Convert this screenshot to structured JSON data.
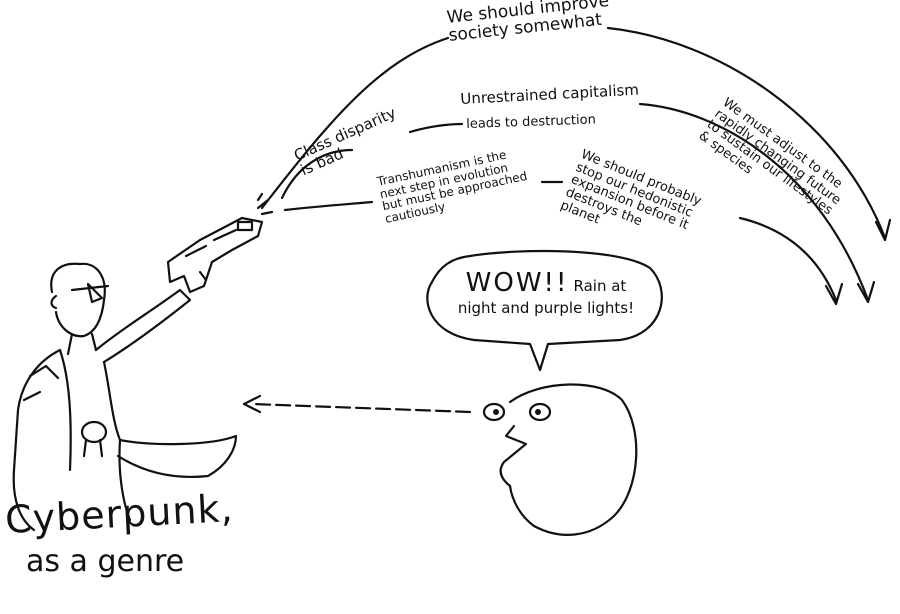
{
  "arcs": [
    {
      "id": "society",
      "text": "We should improve\nsociety somewhat"
    },
    {
      "id": "capitalism_a",
      "text": "Unrestrained capitalism"
    },
    {
      "id": "capitalism_b",
      "text": "leads to destruction"
    },
    {
      "id": "adjust",
      "text": "We must adjust to the\nrapidly changing future\nto sustain our lifestyles\n& species"
    },
    {
      "id": "class",
      "text": "Class disparity\nis bad"
    },
    {
      "id": "transhumanism",
      "text": "Transhumanism is the\nnext step in evolution\nbut must be approached\ncautiously"
    },
    {
      "id": "hedonistic",
      "text": "We should probably\nstop our hedonistic\nexpansion before it\ndestroys the\nplanet"
    }
  ],
  "speech_bubble": {
    "wow": "WOW!!",
    "rest": "Rain at\nnight and purple lights!"
  },
  "caption": {
    "line1": "Cyberpunk,",
    "line2": "as a genre"
  }
}
